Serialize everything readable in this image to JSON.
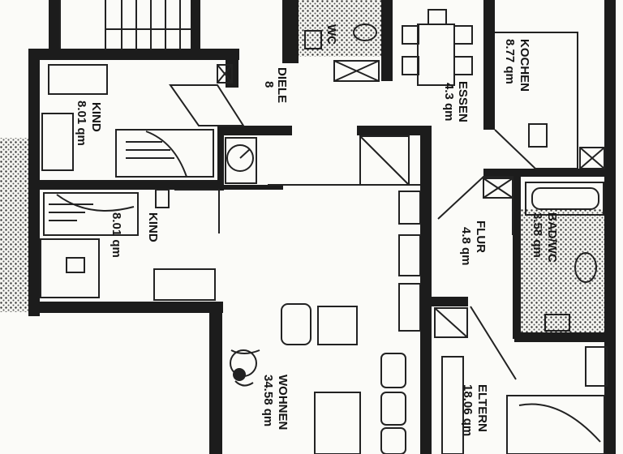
{
  "rooms": [
    {
      "id": "wc",
      "name": "WC",
      "area": ""
    },
    {
      "id": "diele",
      "name": "DIELE",
      "area": "8"
    },
    {
      "id": "essen",
      "name": "ESSEN",
      "area": "4.3 qm"
    },
    {
      "id": "kochen",
      "name": "KOCHEN",
      "area": "8.77 qm"
    },
    {
      "id": "kind_top",
      "name": "KIND",
      "area": "8.01 qm"
    },
    {
      "id": "kind_left",
      "name": "KIND",
      "area": "8.01 qm"
    },
    {
      "id": "flur",
      "name": "FLUR",
      "area": "4.8 qm"
    },
    {
      "id": "badwc",
      "name": "BAD/WC",
      "area": "3.58 qm"
    },
    {
      "id": "wohnen",
      "name": "WOHNEN",
      "area": "34.58 qm"
    },
    {
      "id": "eltern",
      "name": "ELTERN",
      "area": "18.06 qm"
    }
  ],
  "colors": {
    "wall": "#1c1c1c",
    "paper": "#fbfbf8"
  }
}
